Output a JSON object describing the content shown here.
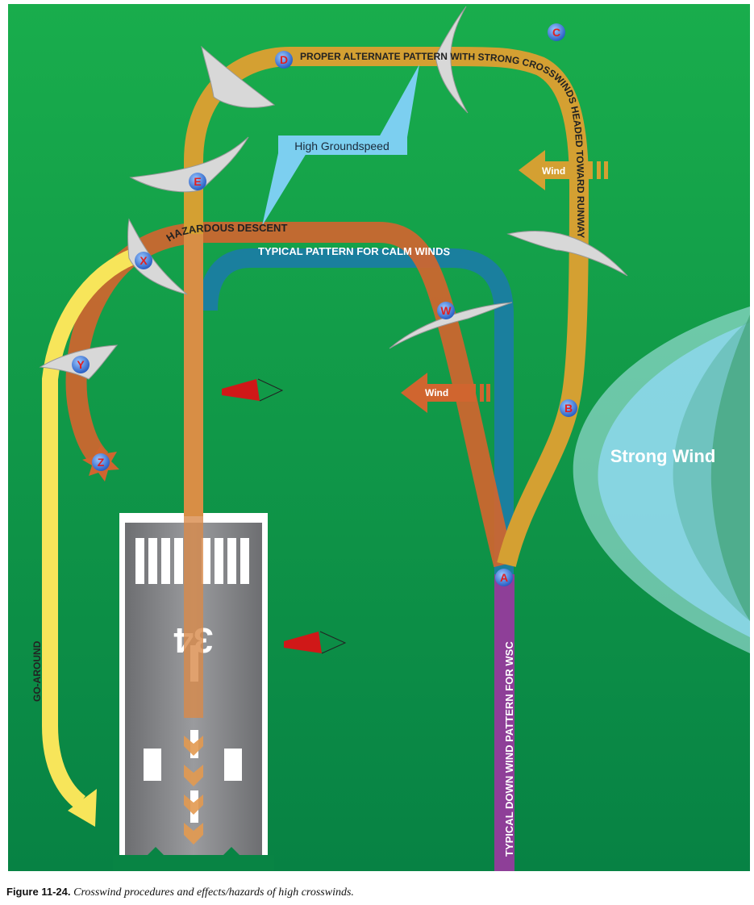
{
  "figure": {
    "caption_number": "Figure 11-24.",
    "caption_text": "Crosswind procedures and effects/hazards of high crosswinds."
  },
  "labels": {
    "proper_alternate": "PROPER ALTERNATE PATTERN WITH STRONG CROSSWINDS HEADED TOWARD RUNWAY",
    "hazardous_descent": "HAZARDOUS DESCENT",
    "typical_calm": "TYPICAL PATTERN FOR CALM WINDS",
    "typical_down_wind": "TYPICAL DOWN WIND PATTERN FOR WSC",
    "go_around": "GO-AROUND",
    "high_groundspeed": "High Groundspeed",
    "wind_upper": "Wind",
    "wind_lower": "Wind",
    "strong_wind": "Strong Wind",
    "runway_number": "34"
  },
  "points": [
    "A",
    "B",
    "C",
    "D",
    "E",
    "W",
    "X",
    "Y",
    "Z"
  ],
  "colors": {
    "background_top": "#19ad4c",
    "background_bottom": "#078244",
    "proper_pattern": "#d4a032",
    "hazardous": "#d0652f",
    "calm_pattern": "#1a7f9e",
    "go_around": "#f7e55a",
    "downwind_wsc": "#8e3f98",
    "callout": "#7ccff0",
    "strong_wind": "#8fd8f0",
    "point_marker": "#2a6fd6",
    "point_letter": "#e02020"
  }
}
